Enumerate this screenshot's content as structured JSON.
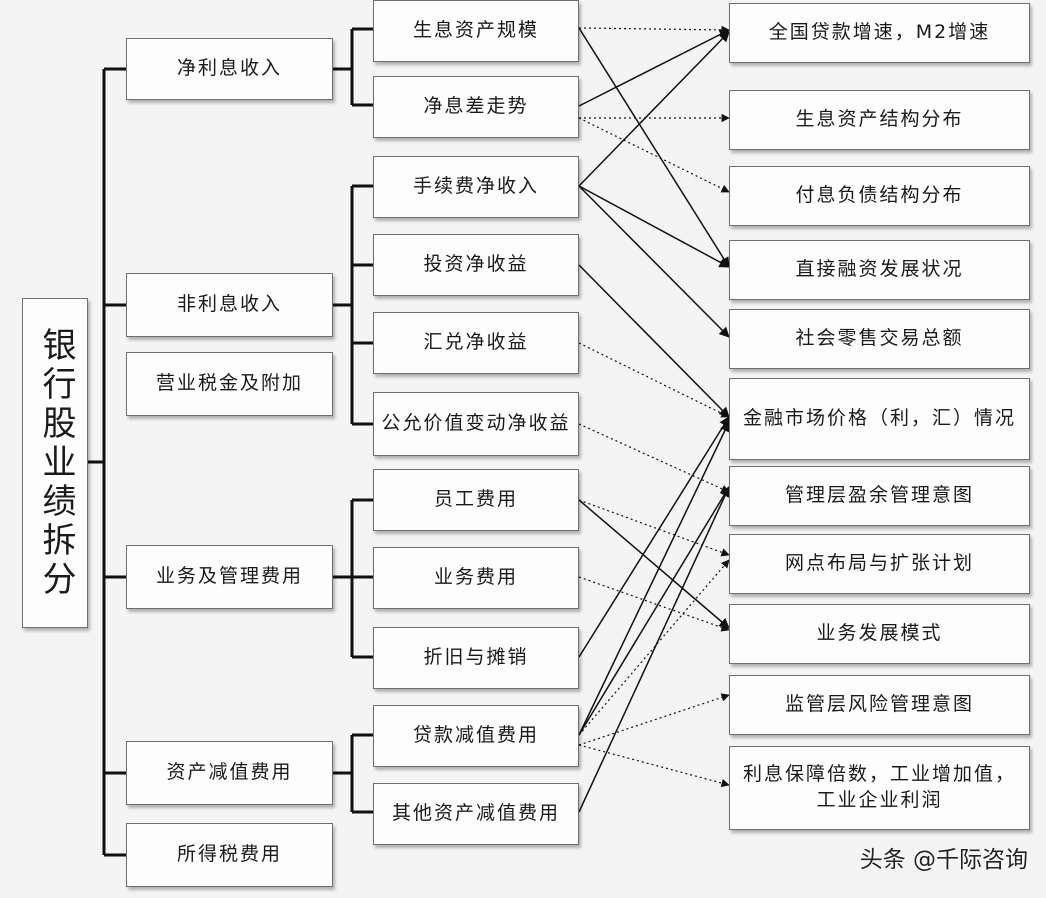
{
  "root": "银行股业绩拆分",
  "level1": [
    "净利息收入",
    "非利息收入",
    "营业税金及附加",
    "业务及管理费用",
    "资产减值费用",
    "所得税费用"
  ],
  "level2": [
    "生息资产规模",
    "净息差走势",
    "手续费净收入",
    "投资净收益",
    "汇兑净收益",
    "公允价值变动净收益",
    "员工费用",
    "业务费用",
    "折旧与摊销",
    "贷款减值费用",
    "其他资产减值费用"
  ],
  "drivers": [
    "全国贷款增速，M2增速",
    "生息资产结构分布",
    "付息负债结构分布",
    "直接融资发展状况",
    "社会零售交易总额",
    "金融市场价格（利，汇）情况",
    "管理层盈余管理意图",
    "网点布局与扩张计划",
    "业务发展模式",
    "监管层风险管理意图",
    "利息保障倍数，工业增加值，工业企业利润"
  ],
  "watermark": "头条 @千际咨询",
  "colors": {
    "line": "#111111",
    "box_border": "#6f6f6f",
    "background": "#f4f4f4"
  }
}
